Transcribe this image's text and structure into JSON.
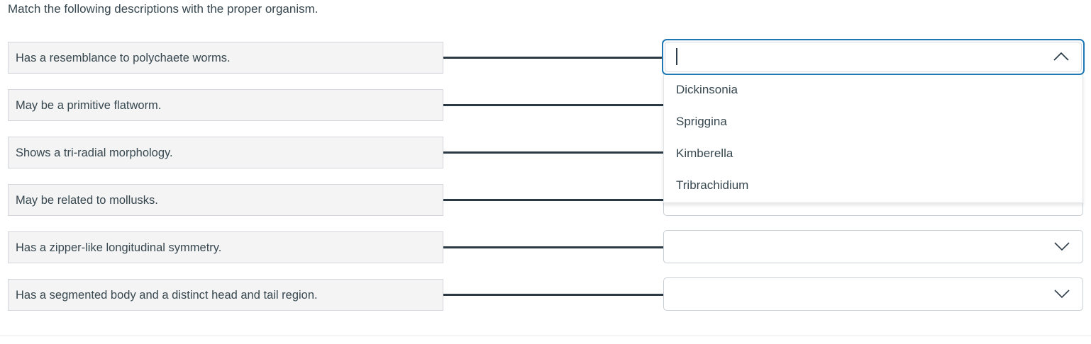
{
  "prompt": "Match the following descriptions with the proper organism.",
  "descriptions": [
    {
      "text": "Has a resemblance to polychaete worms."
    },
    {
      "text": "May be a primitive flatworm."
    },
    {
      "text": "Shows a tri-radial morphology."
    },
    {
      "text": "May be related to mollusks."
    },
    {
      "text": "Has a zipper-like longitudinal symmetry."
    },
    {
      "text": "Has a segmented body and a distinct head and tail region."
    }
  ],
  "comboboxes": [
    {
      "value": "",
      "state": "open-focused",
      "icon": "chevron-up-icon"
    },
    {
      "value": "",
      "state": "collapsed",
      "icon": "chevron-down-icon"
    },
    {
      "value": "",
      "state": "collapsed",
      "icon": "chevron-down-icon"
    },
    {
      "value": "",
      "state": "collapsed",
      "icon": "chevron-down-icon"
    },
    {
      "value": "",
      "state": "collapsed",
      "icon": "chevron-down-icon"
    },
    {
      "value": "",
      "state": "collapsed",
      "icon": "chevron-down-icon"
    }
  ],
  "dropdown": {
    "open_for_row": 0,
    "options": [
      {
        "label": "Dickinsonia"
      },
      {
        "label": "Spriggina"
      },
      {
        "label": "Kimberella"
      },
      {
        "label": "Tribrachidium"
      }
    ]
  },
  "colors": {
    "focus_border": "#1f78b4",
    "connector": "#2b3945",
    "description_bg": "#f4f4f4",
    "text": "#37474f"
  }
}
